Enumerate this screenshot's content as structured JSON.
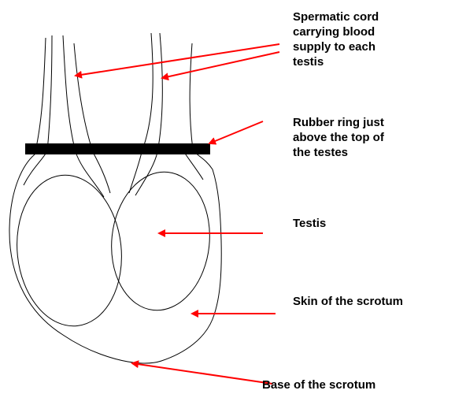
{
  "colors": {
    "arrow": "#ff0000",
    "outline": "#000000",
    "ring": "#000000",
    "background": "#ffffff"
  },
  "labels": {
    "spermatic_cord": "Spermatic cord\ncarrying blood\nsupply to each\ntestis",
    "rubber_ring": "Rubber ring just\nabove the top of\nthe testes",
    "testis": "Testis",
    "skin": "Skin of the scrotum",
    "base": "Base of the scrotum"
  }
}
